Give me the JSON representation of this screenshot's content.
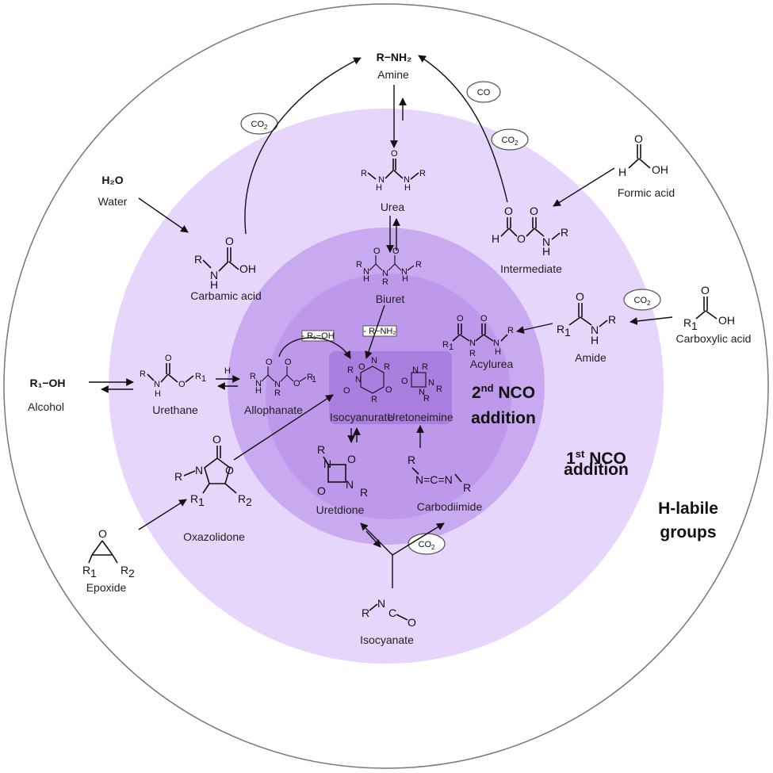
{
  "zones": {
    "outer": "H-labile groups",
    "middle": {
      "sup": "st",
      "pre": "1",
      "text": "NCO",
      "line2": "addition"
    },
    "inner": {
      "sup": "nd",
      "pre": "2",
      "text": "NCO",
      "line2": "addition"
    }
  },
  "compounds": {
    "amine": {
      "formula": "R−NH₂",
      "label": "Amine"
    },
    "urea": {
      "label": "Urea"
    },
    "biuret": {
      "label": "Biuret"
    },
    "water": {
      "formula": "H₂O",
      "label": "Water"
    },
    "carbamic": {
      "label": "Carbamic acid"
    },
    "formic": {
      "label": "Formic acid"
    },
    "intermediate": {
      "label": "Intermediate"
    },
    "carboxylic": {
      "label": "Carboxylic acid"
    },
    "amide": {
      "label": "Amide"
    },
    "acylurea": {
      "label": "Acylurea"
    },
    "alcohol": {
      "formula": "R₁−OH",
      "label": "Alcohol"
    },
    "urethane": {
      "label": "Urethane"
    },
    "allophanate": {
      "label": "Allophanate"
    },
    "isocyanurate": {
      "label": "Isocyanurate"
    },
    "uretoneimine": {
      "label": "Uretoneimine"
    },
    "oxazolidone": {
      "label": "Oxazolidone"
    },
    "uretdione": {
      "label": "Uretdione"
    },
    "carbodiimide": {
      "label": "Carbodiimide"
    },
    "epoxide": {
      "label": "Epoxide"
    },
    "isocyanate": {
      "label": "Isocyanate"
    }
  },
  "clouds": {
    "co2_amine": "CO2",
    "co": "CO",
    "co2_intermediate": "CO2",
    "co2_amide": "CO2",
    "co2_isocyanate": "CO2"
  },
  "elimination_labels": {
    "alcohol": "- R₁−OH",
    "amine": "- R−NH₂"
  },
  "colors": {
    "outer_ring": "#ffffff",
    "ring_1": "#e6d6fb",
    "ring_2": "#c9a9f0",
    "ring_3": "#b58ae6",
    "core_box": "#a375db"
  }
}
